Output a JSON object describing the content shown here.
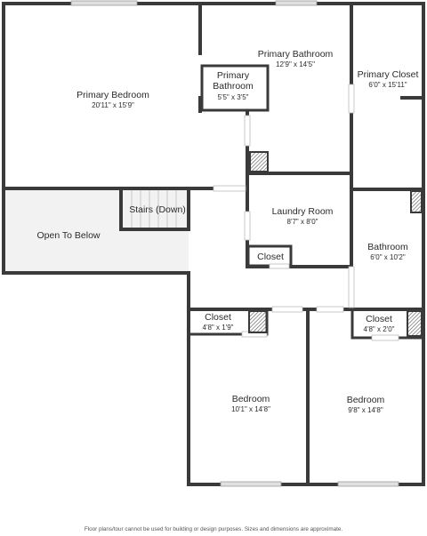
{
  "floorplan": {
    "rooms": [
      {
        "id": "primary-bedroom",
        "name": "Primary Bedroom",
        "dims": "20'11\" x 15'9\""
      },
      {
        "id": "primary-bathroom-main",
        "name": "Primary Bathroom",
        "dims": "12'9\" x 14'5\""
      },
      {
        "id": "primary-bathroom-small",
        "name": "Primary\nBathroom",
        "dims": "5'5\" x 3'5\""
      },
      {
        "id": "primary-closet",
        "name": "Primary Closet",
        "dims": "6'0\" x 15'11\""
      },
      {
        "id": "open-to-below",
        "name": "Open To Below",
        "dims": ""
      },
      {
        "id": "stairs",
        "name": "Stairs (Down)",
        "dims": ""
      },
      {
        "id": "laundry-room",
        "name": "Laundry Room",
        "dims": "8'7\" x 8'0\""
      },
      {
        "id": "laundry-closet",
        "name": "Closet",
        "dims": ""
      },
      {
        "id": "bathroom",
        "name": "Bathroom",
        "dims": "6'0\" x 10'2\""
      },
      {
        "id": "closet-left",
        "name": "Closet",
        "dims": "4'8\" x 1'9\""
      },
      {
        "id": "closet-right",
        "name": "Closet",
        "dims": "4'8\" x 2'0\""
      },
      {
        "id": "bedroom-left",
        "name": "Bedroom",
        "dims": "10'1\" x 14'8\""
      },
      {
        "id": "bedroom-right",
        "name": "Bedroom",
        "dims": "9'8\" x 14'8\""
      }
    ],
    "disclaimer": "Floor plans/tour cannot be used for building or design purposes. Sizes and dimensions are approximate.",
    "colors": {
      "wall": "#3a3a3a",
      "floor": "#ffffff",
      "open_area": "#f2f2f2",
      "window": "#d9d9d9",
      "hatch": "#555555"
    }
  }
}
